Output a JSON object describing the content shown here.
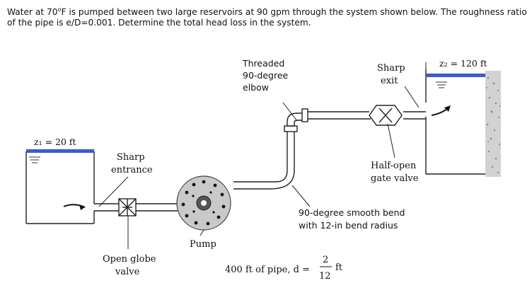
{
  "problem": {
    "text_before_sup": "Water at 70",
    "sup": "o",
    "text_after_sup": "F is pumped between two large reservoirs at 90 gpm through the system shown below.  The roughness ratio of the pipe is e/D=0.001. Determine the total head loss in the system."
  },
  "diagram": {
    "z1_label": "z₁ = 20 ft",
    "z2_label": "z₂ = 120 ft",
    "sharp_entrance": [
      "Sharp",
      "entrance"
    ],
    "threaded_elbow": [
      "Threaded",
      "90-degree",
      "elbow"
    ],
    "sharp_exit": [
      "Sharp",
      "exit"
    ],
    "half_open_gate_valve": [
      "Half-open",
      "gate valve"
    ],
    "smooth_bend": [
      "90-degree smooth bend",
      "with 12-in bend radius"
    ],
    "pump": "Pump",
    "open_globe_valve": [
      "Open globe",
      "valve"
    ],
    "pipe_label_prefix": "400 ft of pipe, d =",
    "pipe_d_num": "2",
    "pipe_d_den": "12",
    "pipe_d_unit": "ft"
  }
}
